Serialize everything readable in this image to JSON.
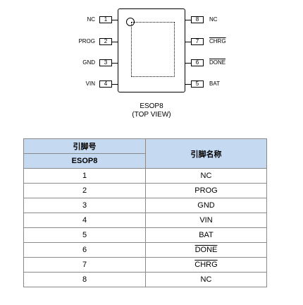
{
  "diagram": {
    "package_name": "ESOP8",
    "view_label": "(TOP VIEW)",
    "left_pins": [
      {
        "number": "1",
        "label": "NC",
        "overline": false
      },
      {
        "number": "2",
        "label": "PROG",
        "overline": false
      },
      {
        "number": "3",
        "label": "GND",
        "overline": false
      },
      {
        "number": "4",
        "label": "VIN",
        "overline": false
      }
    ],
    "right_pins": [
      {
        "number": "8",
        "label": "NC",
        "overline": false
      },
      {
        "number": "7",
        "label": "CHRG",
        "overline": true
      },
      {
        "number": "6",
        "label": "DONE",
        "overline": true
      },
      {
        "number": "5",
        "label": "BAT",
        "overline": false
      }
    ]
  },
  "table": {
    "header_col1_top": "引脚号",
    "header_col1_bottom": "ESOP8",
    "header_col2": "引脚名称",
    "header_color": "#c5d9f1",
    "rows": [
      {
        "number": "1",
        "name": "NC",
        "overline": false
      },
      {
        "number": "2",
        "name": "PROG",
        "overline": false
      },
      {
        "number": "3",
        "name": "GND",
        "overline": false
      },
      {
        "number": "4",
        "name": "VIN",
        "overline": false
      },
      {
        "number": "5",
        "name": "BAT",
        "overline": false
      },
      {
        "number": "6",
        "name": "DONE",
        "overline": true
      },
      {
        "number": "7",
        "name": "CHRG",
        "overline": true
      },
      {
        "number": "8",
        "name": "NC",
        "overline": false
      }
    ]
  }
}
